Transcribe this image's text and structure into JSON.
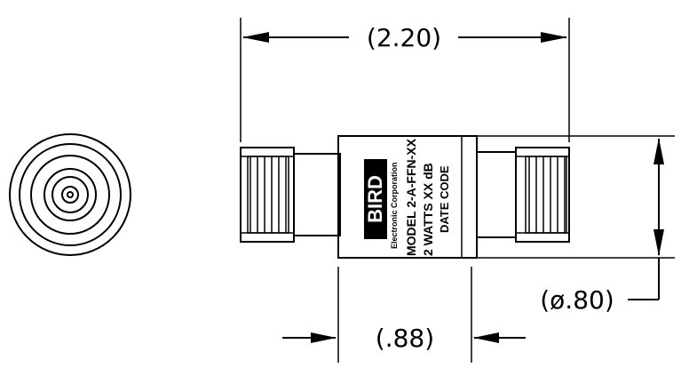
{
  "dimensions": {
    "overall_length": "(2.20)",
    "body_length": "(.88)",
    "diameter": "(ø.80)"
  },
  "labels": {
    "logo_text": "BIRD",
    "company": "Electronic Corporation",
    "model": "MODEL 2-A-FFN-XX",
    "rating": "2 WATTS  XX dB",
    "date_code": "DATE CODE"
  }
}
